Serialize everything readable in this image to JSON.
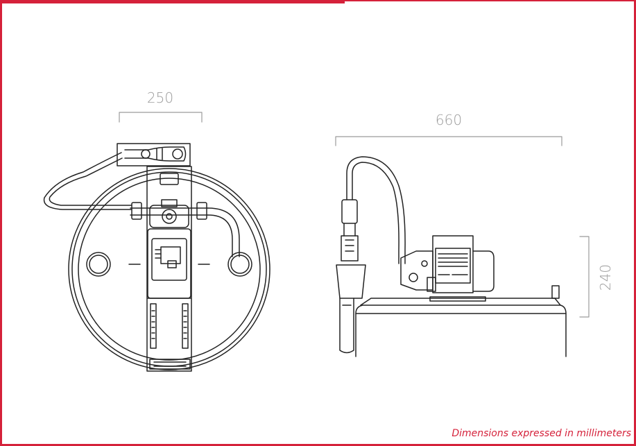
{
  "dimensions": {
    "width_top": "250",
    "width_side": "660",
    "height_side": "240"
  },
  "footnote": "Dimensions expressed in millimeters",
  "colors": {
    "accent": "#d5213a",
    "dimension_text": "#9b9b9b",
    "drawing_line": "#222222"
  },
  "icons": [
    "hose-icon",
    "motor-icon",
    "nozzle-icon",
    "drum-icon"
  ]
}
